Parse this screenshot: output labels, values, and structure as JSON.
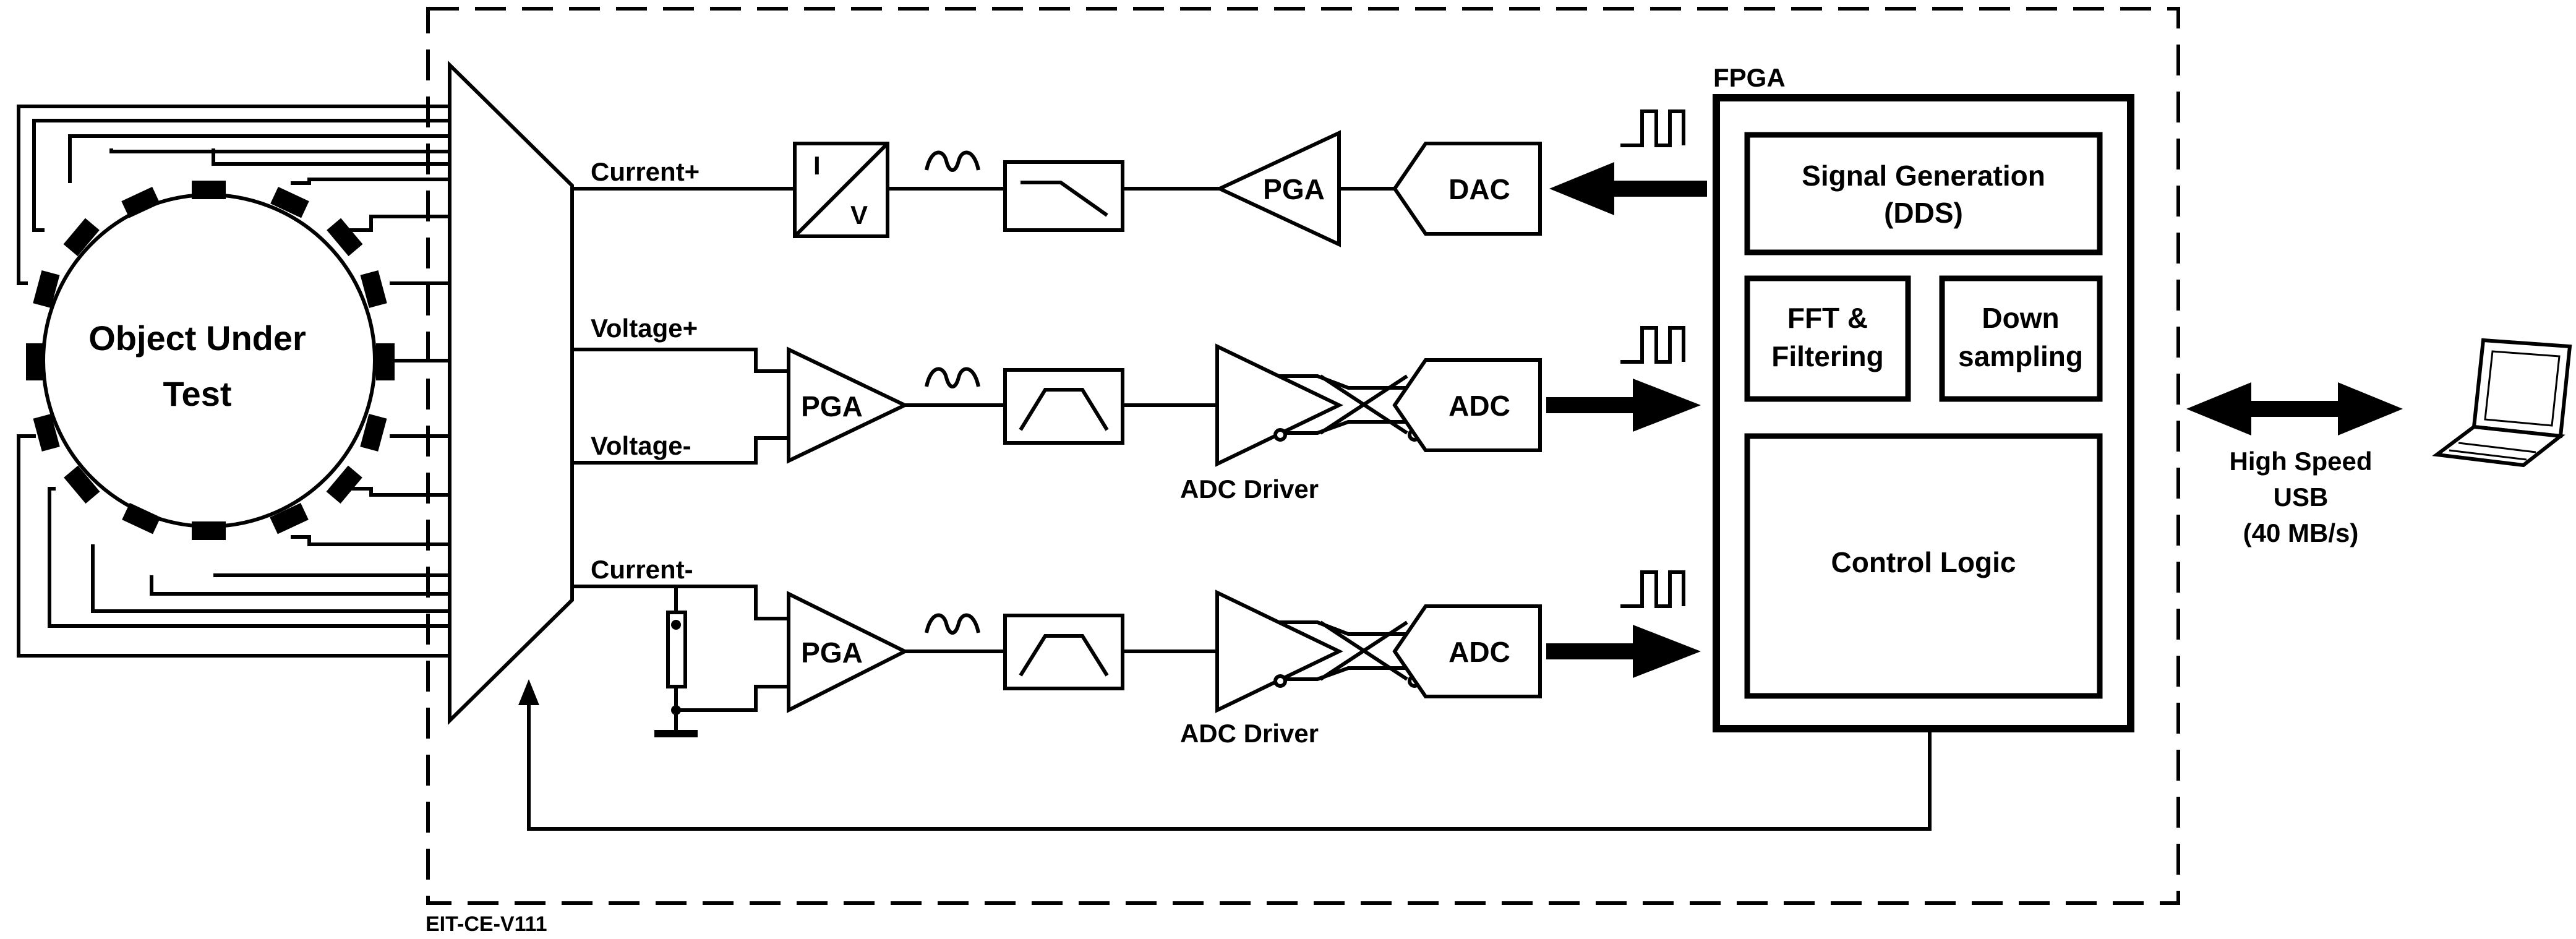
{
  "labels": {
    "object": [
      "Object Under",
      "Test"
    ],
    "current_plus": "Current+",
    "voltage_plus": "Voltage+",
    "voltage_minus": "Voltage-",
    "current_minus": "Current-",
    "iv_i": "I",
    "iv_v": "V",
    "pga": "PGA",
    "dac": "DAC",
    "adc": "ADC",
    "adc_driver": "ADC Driver",
    "fpga": "FPGA",
    "signal_generation": [
      "Signal Generation",
      "(DDS)"
    ],
    "fft": [
      "FFT &",
      "Filtering"
    ],
    "down_sampling": [
      "Down",
      "sampling"
    ],
    "control_logic": "Control Logic",
    "usb": [
      "High Speed",
      "USB",
      "(40 MB/s)"
    ],
    "board": "EIT-CE-V111"
  }
}
